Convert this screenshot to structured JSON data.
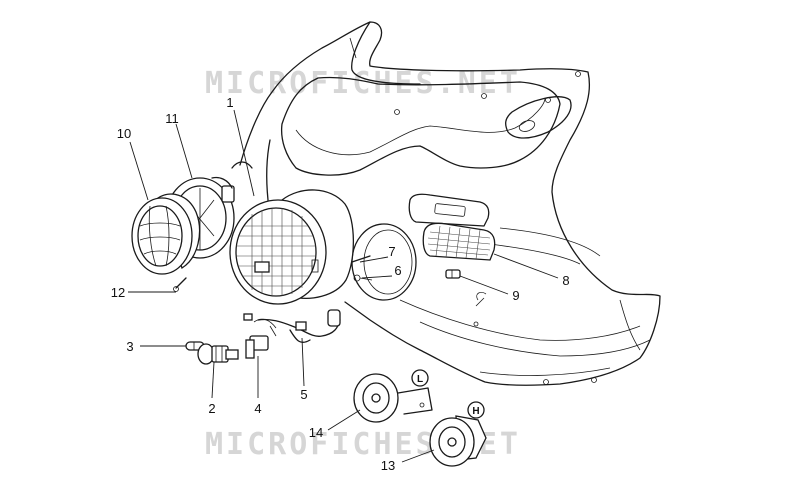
{
  "watermarks": [
    "MICROFICHES.NET",
    "MICROFICHES.NET"
  ],
  "callouts": [
    "1",
    "2",
    "3",
    "4",
    "5",
    "6",
    "7",
    "8",
    "9",
    "10",
    "11",
    "12",
    "13",
    "14"
  ],
  "horn_badges": {
    "low": "L",
    "high": "H"
  }
}
